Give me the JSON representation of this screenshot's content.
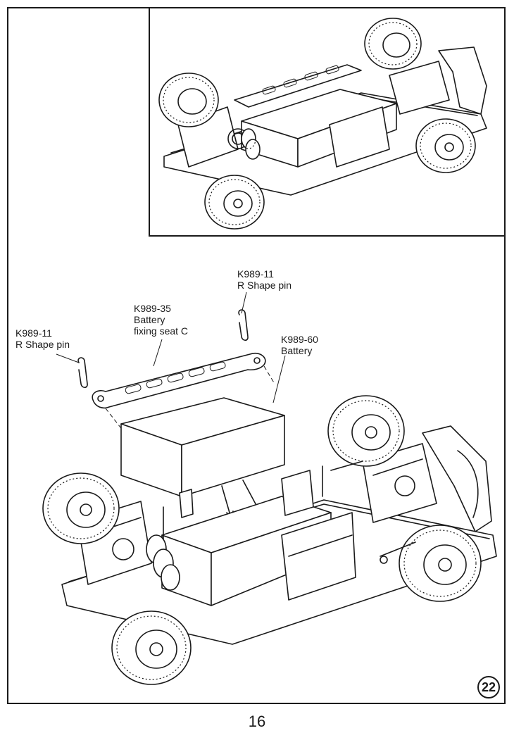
{
  "callouts": {
    "pin_left": {
      "code": "K989-11",
      "name": "R Shape pin"
    },
    "seat": {
      "code": "K989-35",
      "name_line1": "Battery",
      "name_line2": "fixing seat C"
    },
    "pin_right": {
      "code": "K989-11",
      "name": "R Shape pin"
    },
    "battery": {
      "code": "K989-60",
      "name": "Battery"
    }
  },
  "step_number": "22",
  "page_number": "16",
  "icons": [
    "car-chassis-illustration",
    "battery-illustration",
    "r-shape-pin-icon",
    "fixing-seat-illustration"
  ]
}
